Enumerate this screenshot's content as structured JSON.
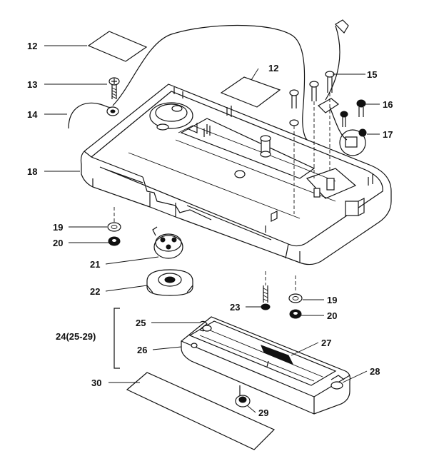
{
  "callouts": {
    "c12a": "12",
    "c12b": "12",
    "c13": "13",
    "c14": "14",
    "c15": "15",
    "c16": "16",
    "c17": "17",
    "c18": "18",
    "c19a": "19",
    "c20a": "20",
    "c21": "21",
    "c22": "22",
    "c23": "23",
    "c19b": "19",
    "c20b": "20",
    "c24": "24(25-29)",
    "c25": "25",
    "c26": "26",
    "c27": "27",
    "c28": "28",
    "c29": "29",
    "c30": "30"
  }
}
